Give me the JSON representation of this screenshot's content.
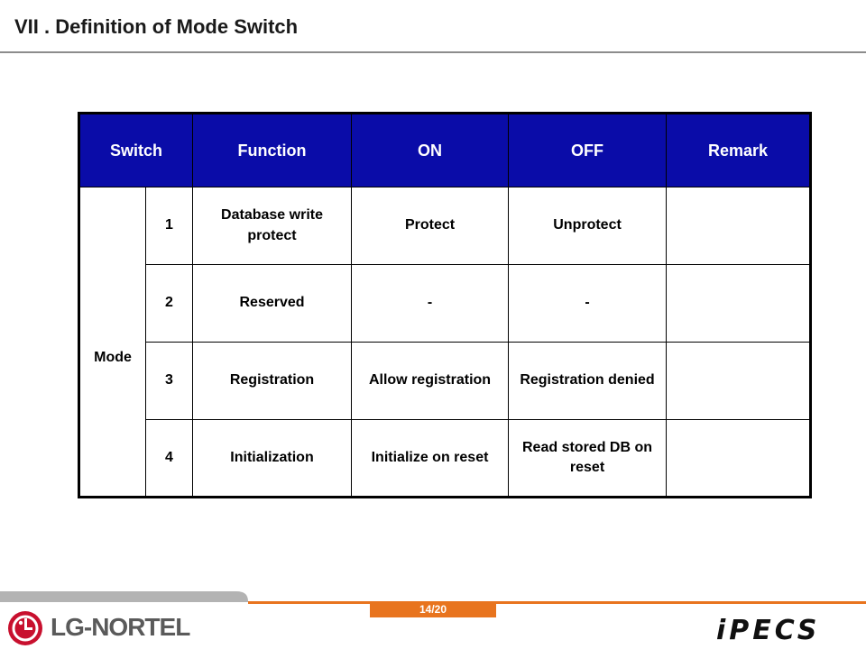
{
  "slide": {
    "title": "VII . Definition of Mode Switch",
    "page": "14/20"
  },
  "table": {
    "headers": [
      "Switch",
      "Function",
      "ON",
      "OFF",
      "Remark"
    ],
    "group_label": "Mode",
    "rows": [
      {
        "num": "1",
        "function": "Database write protect",
        "on": "Protect",
        "off": "Unprotect",
        "remark": ""
      },
      {
        "num": "2",
        "function": "Reserved",
        "on": "-",
        "off": "-",
        "remark": ""
      },
      {
        "num": "3",
        "function": "Registration",
        "on": "Allow registration",
        "off": "Registration denied",
        "remark": ""
      },
      {
        "num": "4",
        "function": "Initialization",
        "on": "Initialize on reset",
        "off": "Read stored DB on reset",
        "remark": ""
      }
    ]
  },
  "footer": {
    "brand": "LG-NORTEL",
    "product_logo": "iPECS"
  },
  "colors": {
    "header_bg": "#0a0ca8",
    "accent_orange": "#e8741e",
    "lg_red": "#c8102e"
  }
}
